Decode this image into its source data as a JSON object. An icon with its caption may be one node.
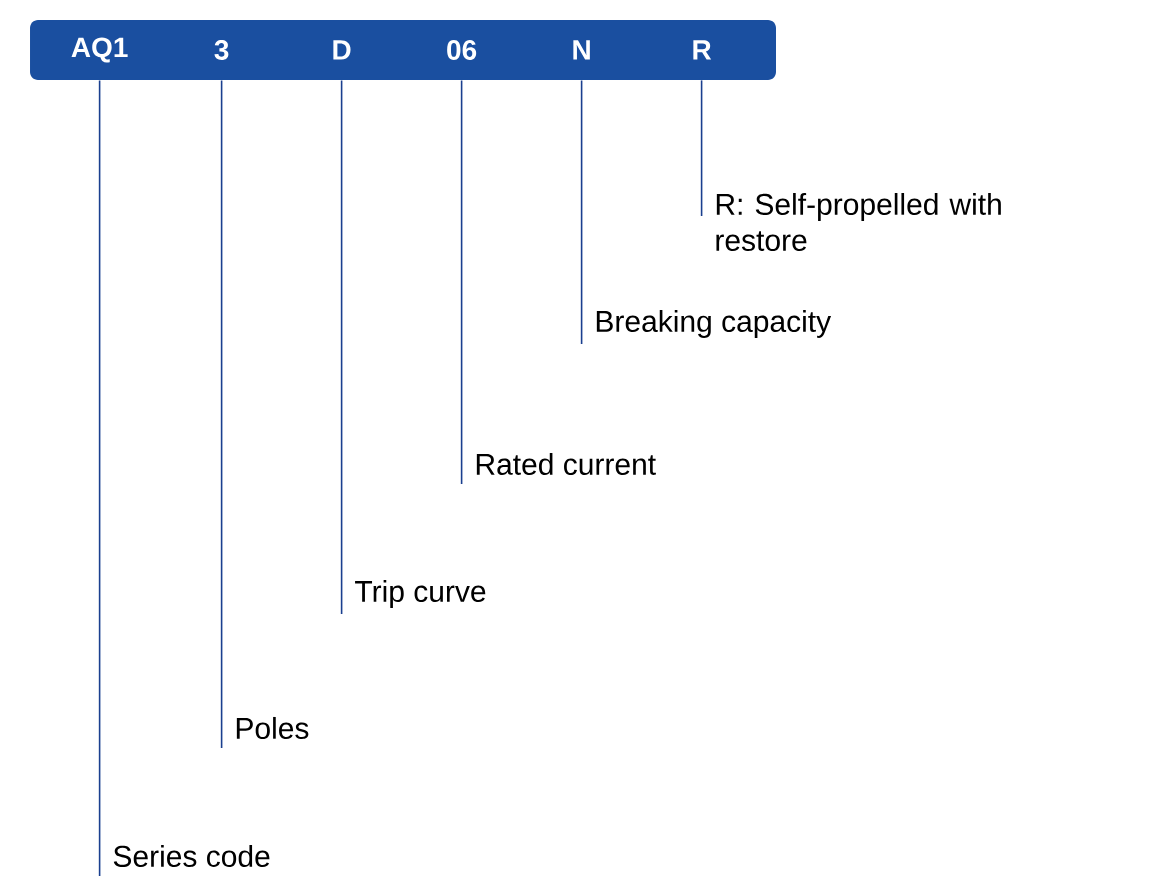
{
  "diagram": {
    "nodes": [
      {
        "text": [],
        "shape": "bar"
      },
      {
        "text": [
          "AQ1"
        ],
        "in": 0
      },
      {
        "text": [
          "3"
        ],
        "in": 0
      },
      {
        "text": [
          "D"
        ],
        "in": 0
      },
      {
        "text": [
          "06"
        ],
        "in": 0
      },
      {
        "text": [
          "N"
        ],
        "in": 0
      },
      {
        "text": [
          "R"
        ],
        "in": 0
      },
      {
        "text": [
          "R: Self-propelled with restore"
        ]
      },
      {
        "text": [
          "Breaking capacity"
        ]
      },
      {
        "text": [
          "Rated current"
        ]
      },
      {
        "text": [
          "Trip curve"
        ]
      },
      {
        "text": [
          "Poles"
        ]
      },
      {
        "text": [
          "Series code"
        ]
      }
    ],
    "edges": [
      {
        "from": 6,
        "to": 7,
        "arrow": "none"
      },
      {
        "from": 5,
        "to": 8,
        "arrow": "none"
      },
      {
        "from": 4,
        "to": 9,
        "arrow": "none"
      },
      {
        "from": 3,
        "to": 10,
        "arrow": "none"
      },
      {
        "from": 2,
        "to": 11,
        "arrow": "none"
      },
      {
        "from": 1,
        "to": 12,
        "arrow": "none"
      }
    ]
  }
}
